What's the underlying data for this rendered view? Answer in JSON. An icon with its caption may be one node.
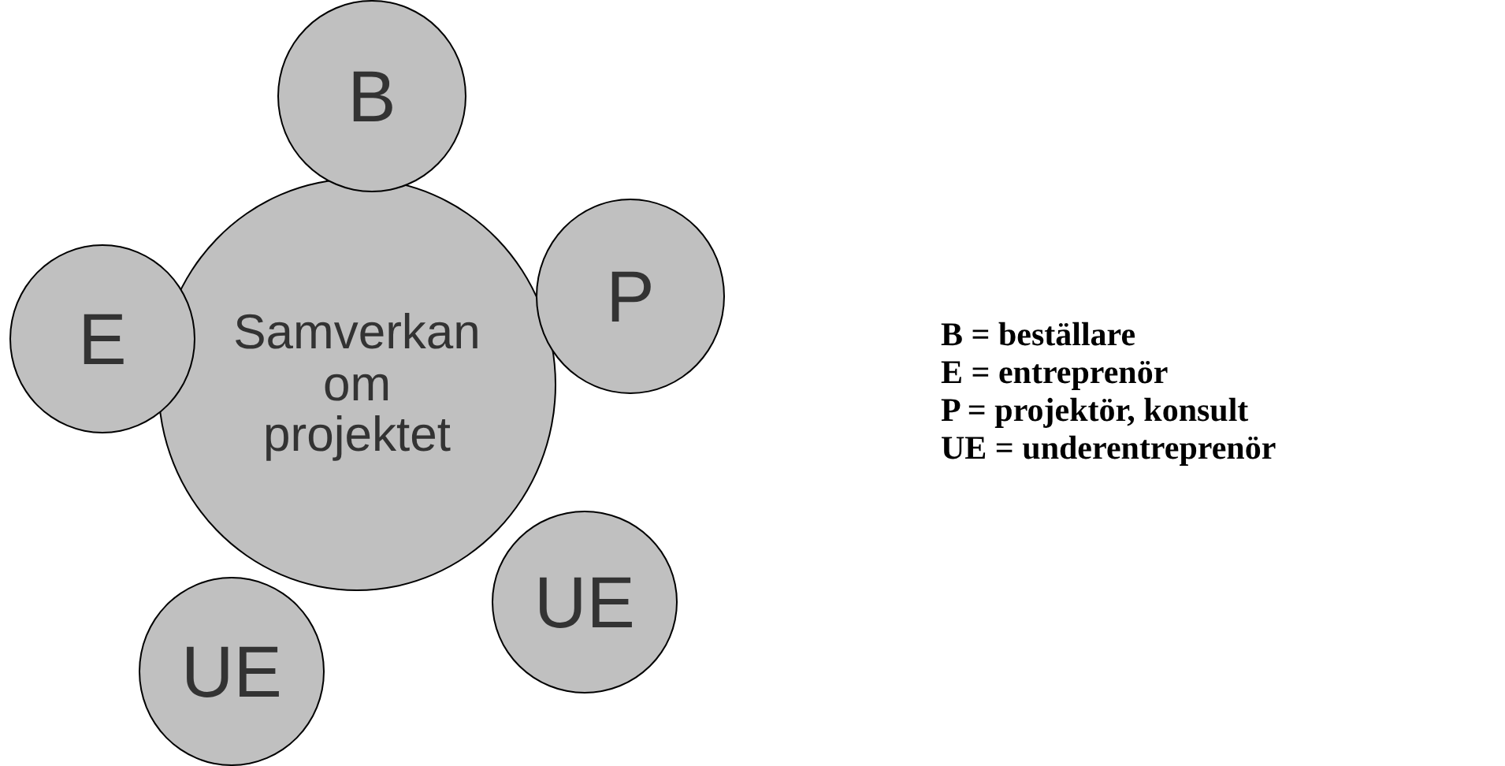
{
  "diagram": {
    "nodes": [
      {
        "text": [
          "B"
        ]
      },
      {
        "text": [
          "E"
        ]
      },
      {
        "text": [
          "Samverkan om projektet"
        ]
      },
      {
        "text": [
          "P"
        ]
      },
      {
        "text": [
          "UE"
        ]
      },
      {
        "text": [
          "UE"
        ]
      }
    ],
    "labels": [
      "B = beställare",
      "E = entreprenör",
      "P = projektör, konsult",
      "UE = underentreprenör"
    ]
  }
}
